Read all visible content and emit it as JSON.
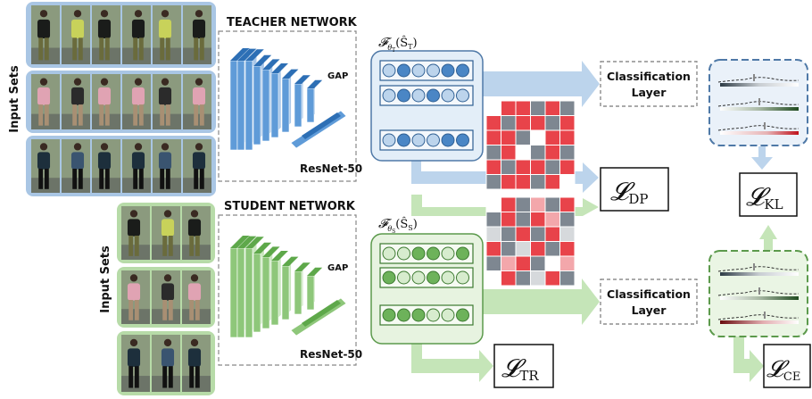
{
  "labels": {
    "input_sets_teacher": "Input Sets",
    "input_sets_student": "Input Sets",
    "teacher_network": "TEACHER NETWORK",
    "student_network": "STUDENT NETWORK",
    "gap_teacher": "GAP",
    "gap_student": "GAP",
    "resnet_teacher": "ResNet-50",
    "resnet_student": "ResNet-50",
    "classification_line1": "Classification",
    "classification_line2": "Layer",
    "feature_teacher_main": "𝓕",
    "feature_teacher_sub": "θ",
    "feature_teacher_subsub": "T",
    "feature_teacher_arg": "(Ŝ",
    "feature_teacher_argsub": "T",
    "feature_student_main": "𝓕",
    "feature_student_sub": "θ",
    "feature_student_subsub": "S",
    "feature_student_arg": "(Ŝ",
    "feature_student_argsub": "S",
    "loss_dp": "𝓛",
    "loss_dp_sub": "DP",
    "loss_kl": "𝓛",
    "loss_kl_sub": "KL",
    "loss_tr": "𝓛",
    "loss_tr_sub": "TR",
    "loss_ce": "𝓛",
    "loss_ce_sub": "CE"
  },
  "colors": {
    "teacher_blue": "#4a86c5",
    "teacher_blue_light": "#bcd4ec",
    "student_green": "#8ec77a",
    "student_green_light": "#dcefd3",
    "matrix_red": "#e8434a",
    "matrix_gray": "#7e8791"
  },
  "teacher_matrix": [
    [
      "w",
      "r",
      "r",
      "g",
      "r",
      "g"
    ],
    [
      "r",
      "g",
      "r",
      "r",
      "g",
      "r"
    ],
    [
      "r",
      "r",
      "g",
      "w",
      "r",
      "r"
    ],
    [
      "g",
      "r",
      "w",
      "g",
      "r",
      "g"
    ],
    [
      "r",
      "g",
      "r",
      "r",
      "g",
      "r"
    ],
    [
      "g",
      "r",
      "r",
      "g",
      "r",
      "w"
    ]
  ],
  "student_matrix": [
    [
      "w",
      "r",
      "g",
      "p",
      "g",
      "r"
    ],
    [
      "g",
      "r",
      "g",
      "r",
      "p",
      "g"
    ],
    [
      "l",
      "g",
      "r",
      "g",
      "r",
      "l"
    ],
    [
      "r",
      "g",
      "l",
      "r",
      "g",
      "r"
    ],
    [
      "g",
      "p",
      "r",
      "g",
      "w",
      "p"
    ],
    [
      "w",
      "r",
      "g",
      "l",
      "r",
      "g"
    ]
  ],
  "teacher_nodes": [
    [
      "light",
      "mid",
      "light",
      "light",
      "mid",
      "mid"
    ],
    [
      "light",
      "mid",
      "light",
      "mid",
      "light",
      "light"
    ],
    [
      "light",
      "mid",
      "light",
      "light",
      "mid",
      "mid"
    ]
  ],
  "student_nodes": [
    [
      "light",
      "light",
      "mid",
      "mid",
      "light",
      "mid"
    ],
    [
      "mid",
      "light",
      "light",
      "mid",
      "light",
      "light"
    ],
    [
      "mid",
      "mid",
      "mid",
      "light",
      "light",
      "mid"
    ]
  ]
}
